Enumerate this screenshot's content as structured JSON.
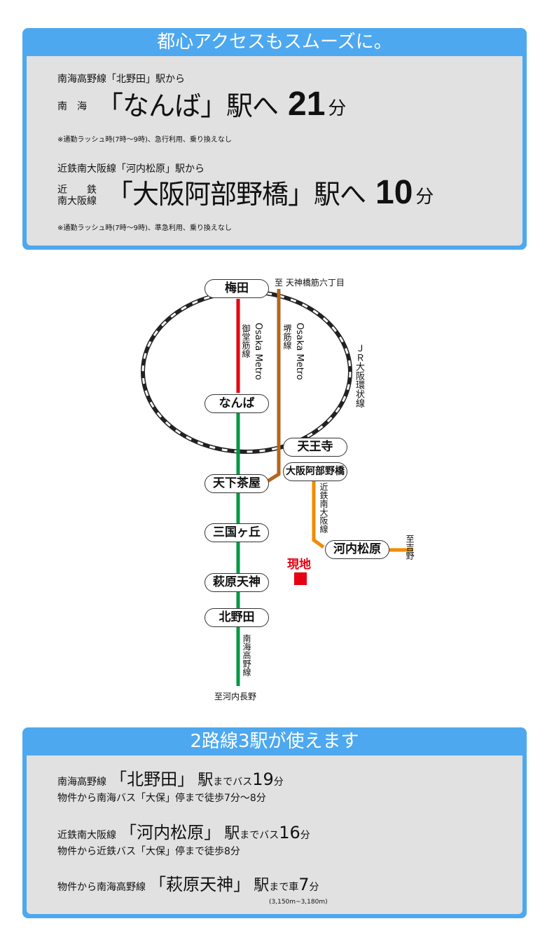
{
  "access": {
    "title": "都心アクセスもスムーズに。",
    "route1": {
      "from": "南海高野線「北野田」駅から",
      "line": "南　海",
      "dest": "「なんば」駅へ",
      "minutes": "21",
      "unit": "分",
      "note": "※通勤ラッシュ時(7時～9時)、急行利用、乗り換えなし"
    },
    "route2": {
      "from": "近鉄南大阪線「河内松原」駅から",
      "line_top": "近　　鉄",
      "line_bottom": "南大阪線",
      "dest": "「大阪阿部野橋」駅へ",
      "minutes": "10",
      "unit": "分",
      "note": "※通勤ラッシュ時(7時～9時)、準急利用、乗り換えなし"
    }
  },
  "map": {
    "stations": {
      "umeda": "梅田",
      "namba": "なんば",
      "tennoji": "天王寺",
      "abenobashi": "大阪阿部野橋",
      "tengachaya": "天下茶屋",
      "mikunigaoka": "三国ヶ丘",
      "kawachimatsubara": "河内松原",
      "hagiharatenjin": "萩原天神",
      "kitanoda": "北野田"
    },
    "labels": {
      "to_tenjinbashi": "至 天神橋筋六丁目",
      "midosuji_en": "Osaka Metro",
      "midosuji": "御堂筋線",
      "sakaisuji": "堺筋線",
      "sakaisuji_en": "Osaka Metro",
      "jr_loop": "ＪＲ大阪環状線",
      "kintetsu": "近鉄南大阪線",
      "to_yoshino": "至吉野",
      "nankai": "南海高野線",
      "to_kawachinagano": "至河内長野",
      "site": "現地"
    },
    "colors": {
      "midosuji": "#e60012",
      "nankai": "#009944",
      "sakaisuji": "#b5651d",
      "kintetsu": "#f08c00",
      "site": "#e60012"
    }
  },
  "lines": {
    "title": "2路線3駅が使えます",
    "r1": {
      "a": "南海高野線",
      "b": "「北野田」",
      "c": "駅",
      "d": "までバス",
      "e": "19",
      "f": "分",
      "sub": "物件から南海バス「大保」停まで徒歩7分～8分"
    },
    "r2": {
      "a": "近鉄南大阪線",
      "b": "「河内松原」",
      "c": "駅",
      "d": "までバス",
      "e": "16",
      "f": "分",
      "sub": "物件から近鉄バス「大保」停まで徒歩8分"
    },
    "r3": {
      "a": "物件から南海高野線",
      "b": "「萩原天神」",
      "c": "駅",
      "d": "まで車",
      "e": "7",
      "f": "分",
      "sub": "(3,150m~3,180m)"
    }
  }
}
